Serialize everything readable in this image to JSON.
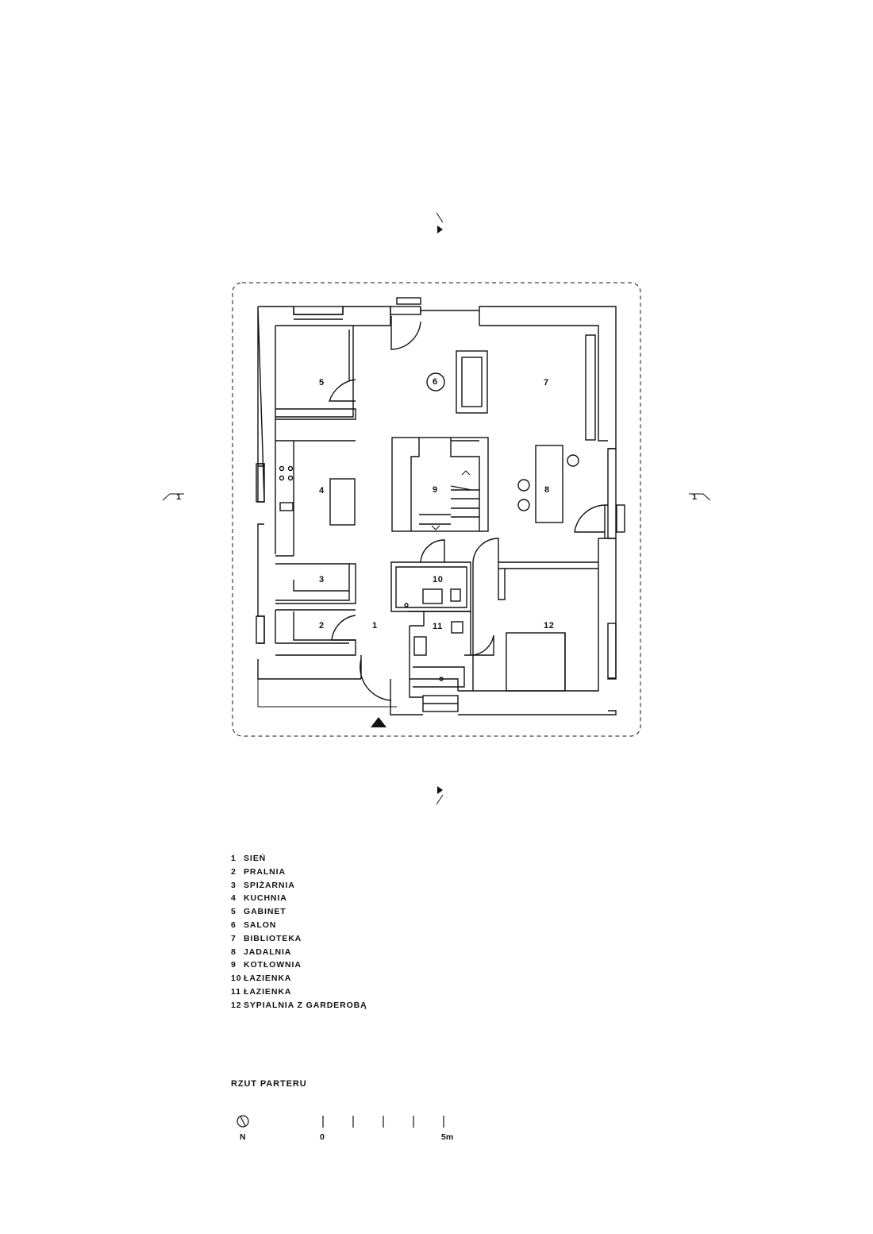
{
  "rooms": [
    {
      "num": "1",
      "name": "SIEŃ"
    },
    {
      "num": "2",
      "name": "PRALNIA"
    },
    {
      "num": "3",
      "name": "SPIŻARNIA"
    },
    {
      "num": "4",
      "name": "KUCHNIA"
    },
    {
      "num": "5",
      "name": "GABINET"
    },
    {
      "num": "6",
      "name": "SALON"
    },
    {
      "num": "7",
      "name": "BIBLIOTEKA"
    },
    {
      "num": "8",
      "name": "JADALNIA"
    },
    {
      "num": "9",
      "name": "KOTŁOWNIA"
    },
    {
      "num": "10",
      "name": "ŁAZIENKA"
    },
    {
      "num": "11",
      "name": "ŁAZIENKA"
    },
    {
      "num": "12",
      "name": "SYPIALNIA Z GARDEROBĄ"
    }
  ],
  "section_markers": {
    "left": "1",
    "right": "1"
  },
  "title": "RZUT PARTERU",
  "scale": {
    "north": "N",
    "zero": "0",
    "max": "5m"
  },
  "colors": {
    "ink": "#111111",
    "wall_fill": "#ffffff",
    "background": "#ffffff"
  }
}
